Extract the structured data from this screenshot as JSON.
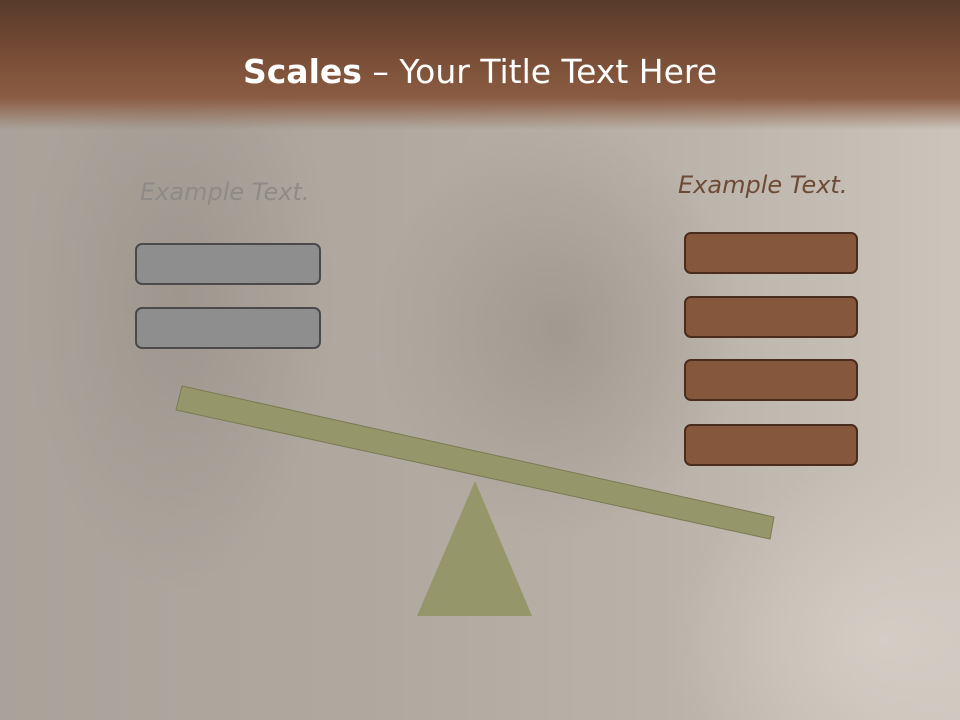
{
  "slide": {
    "title_bold": "Scales",
    "title_rest": " – Your Title Text Here"
  },
  "left_side": {
    "label": "Example Text.",
    "box_count": 2,
    "box_color": "#8e8e8e"
  },
  "right_side": {
    "label": "Example Text.",
    "box_count": 4,
    "box_color": "#85583e"
  },
  "colors": {
    "header": "#7a4e37",
    "beam": "#95966a",
    "fulcrum": "#95966a"
  },
  "icons": {
    "fulcrum": "triangle-icon"
  }
}
